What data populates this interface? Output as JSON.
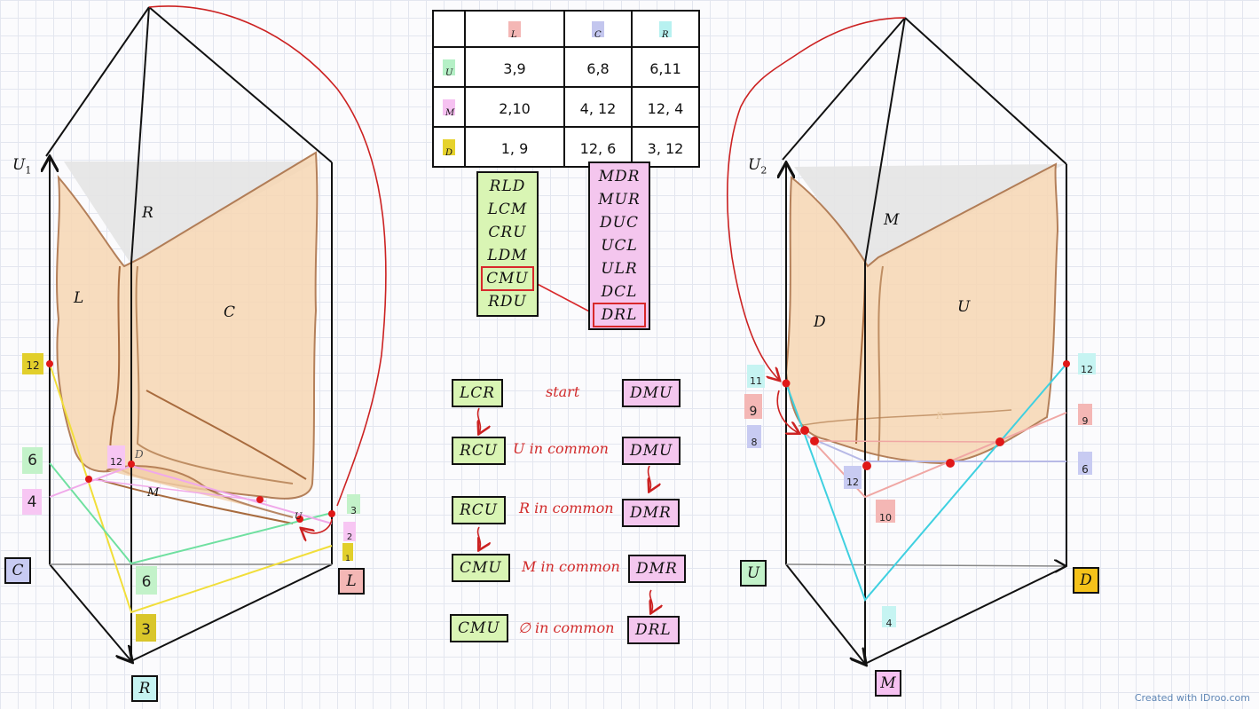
{
  "table": {
    "columns": [
      {
        "label": "L",
        "color": "#f4b7b5"
      },
      {
        "label": "C",
        "color": "#c3c6ee"
      },
      {
        "label": "R",
        "color": "#b7f1f0"
      }
    ],
    "rows": [
      {
        "label": "U",
        "color": "#b5f0c6",
        "cells": [
          "3,9",
          "6,8",
          "6,11"
        ]
      },
      {
        "label": "M",
        "color": "#f6c1f1",
        "cells": [
          "2,10",
          "4, 12",
          "12, 4"
        ]
      },
      {
        "label": "D",
        "color": "#e6d22c",
        "cells": [
          "1, 9",
          "12, 6",
          "3, 12"
        ]
      }
    ]
  },
  "list_green": [
    "RLD",
    "LCM",
    "CRU",
    "LDM",
    "CMU",
    "RDU"
  ],
  "list_pink": [
    "MDR",
    "MUR",
    "DUC",
    "UCL",
    "ULR",
    "DCL",
    "DRL"
  ],
  "steps": [
    {
      "left": "LCR",
      "note": "start",
      "right": "DMU"
    },
    {
      "left": "RCU",
      "note": "U in common",
      "right": "DMU"
    },
    {
      "left": "RCU",
      "note": "R in common",
      "right": "DMR"
    },
    {
      "left": "CMU",
      "note": "M in common",
      "right": "DMR"
    },
    {
      "left": "CMU",
      "note": "∅ in common",
      "right": "DRL"
    }
  ],
  "left_prism": {
    "axis": "U",
    "axis_sub": "1",
    "faces": {
      "top": "R",
      "left": "L",
      "main": "C",
      "bottom": "M",
      "small_d": "D",
      "small_u": "U"
    },
    "corners": {
      "c": "C",
      "l": "L",
      "r": "R"
    },
    "markers": {
      "m12": "12",
      "m6": "6",
      "m4": "4",
      "m12b": "12",
      "m3": "3",
      "m2": "2",
      "m1": "1",
      "b6": "6",
      "b3": "3"
    }
  },
  "right_prism": {
    "axis": "U",
    "axis_sub": "2",
    "faces": {
      "top": "M",
      "left": "D",
      "main": "U",
      "faint": "R"
    },
    "corners": {
      "u": "U",
      "d": "D",
      "m": "M"
    },
    "markers": {
      "m11": "11",
      "m9": "9",
      "m8": "8",
      "m12": "12",
      "m10": "10",
      "r12": "12",
      "r9": "9",
      "r6": "6",
      "b4": "4"
    }
  },
  "credit": "Created with IDroo.com"
}
